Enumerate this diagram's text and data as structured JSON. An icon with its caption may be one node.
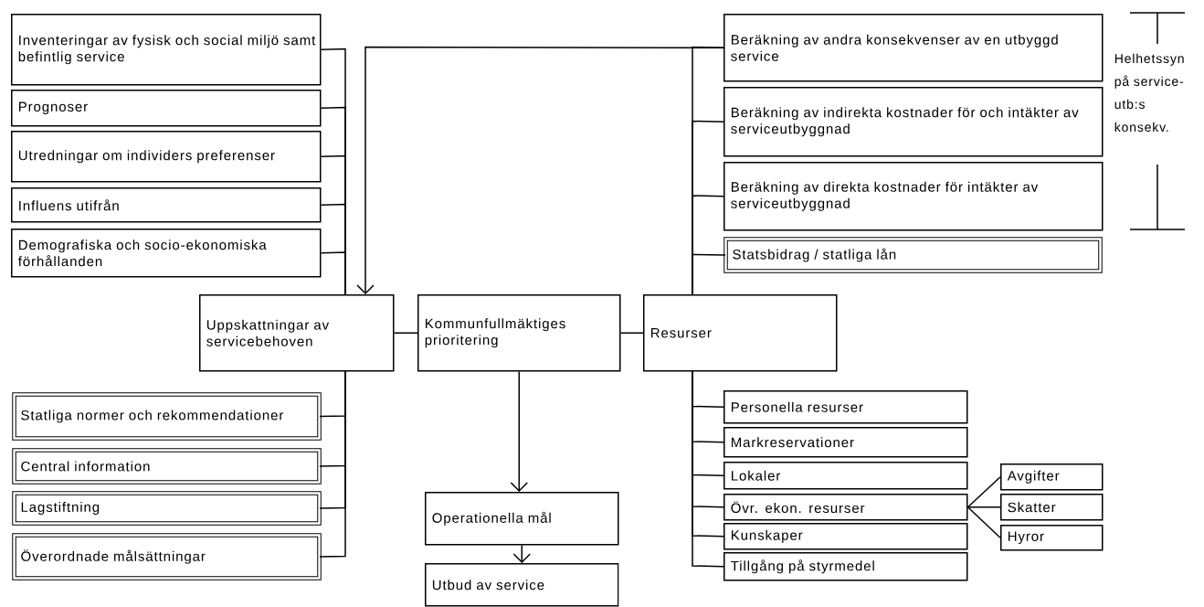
{
  "diagram": {
    "nodes": [
      {
        "text": [
          "Inventeringar av fysisk och social miljö samt befintlig service"
        ]
      },
      {
        "text": [
          "Prognoser"
        ]
      },
      {
        "text": [
          "Utredningar om individers preferenser"
        ]
      },
      {
        "text": [
          "Influens utifrån"
        ]
      },
      {
        "text": [
          "Demografiska och socio-ekonomiska förhållanden"
        ]
      },
      {
        "text": [
          "Uppskattningar av servicebehoven"
        ]
      },
      {
        "text": [
          "Kommunfullmäktiges prioritering"
        ]
      },
      {
        "text": [
          "Resurser"
        ]
      },
      {
        "text": [
          "Beräkning av andra konsekvenser av en utbyggd service"
        ]
      },
      {
        "text": [
          "Beräkning av indirekta kostnader för och intäkter av serviceutbyggnad"
        ]
      },
      {
        "text": [
          "Beräkning av direkta kostnader för intäkter av serviceutbyggnad"
        ]
      },
      {
        "text": [
          "Statsbidrag / statliga lån"
        ]
      },
      {
        "text": [
          "Statliga normer och rekommendationer"
        ]
      },
      {
        "text": [
          "Central information"
        ]
      },
      {
        "text": [
          "Lagstiftning"
        ]
      },
      {
        "text": [
          "Överordnade målsättningar"
        ]
      },
      {
        "text": [
          "Operationella mål"
        ]
      },
      {
        "text": [
          "Utbud av service"
        ]
      },
      {
        "text": [
          "Personella resurser"
        ]
      },
      {
        "text": [
          "Markreservationer"
        ]
      },
      {
        "text": [
          "Lokaler"
        ]
      },
      {
        "text": [
          "Övr. ekon. resurser"
        ]
      },
      {
        "text": [
          "Kunskaper"
        ]
      },
      {
        "text": [
          "Tillgång på styrmedel"
        ]
      },
      {
        "text": [
          "Avgifter"
        ]
      },
      {
        "text": [
          "Skatter"
        ]
      },
      {
        "text": [
          "Hyror"
        ]
      }
    ],
    "edges": [
      {
        "from": 0,
        "to": 5,
        "arrow": "none"
      },
      {
        "from": 1,
        "to": 5,
        "arrow": "none"
      },
      {
        "from": 2,
        "to": 5,
        "arrow": "none"
      },
      {
        "from": 3,
        "to": 5,
        "arrow": "none"
      },
      {
        "from": 4,
        "to": 5,
        "arrow": "none"
      },
      {
        "from": 8,
        "to": 5,
        "arrow": "to"
      },
      {
        "from": 8,
        "to": 7,
        "arrow": "none"
      },
      {
        "from": 9,
        "to": 7,
        "arrow": "none"
      },
      {
        "from": 10,
        "to": 7,
        "arrow": "none"
      },
      {
        "from": 11,
        "to": 7,
        "arrow": "none"
      },
      {
        "from": 5,
        "to": 6,
        "arrow": "none"
      },
      {
        "from": 6,
        "to": 7,
        "arrow": "none"
      },
      {
        "from": 6,
        "to": 16,
        "arrow": "to"
      },
      {
        "from": 16,
        "to": 17,
        "arrow": "to"
      },
      {
        "from": 5,
        "to": 12,
        "arrow": "none"
      },
      {
        "from": 5,
        "to": 13,
        "arrow": "none"
      },
      {
        "from": 5,
        "to": 14,
        "arrow": "none"
      },
      {
        "from": 5,
        "to": 15,
        "arrow": "none"
      },
      {
        "from": 7,
        "to": 18,
        "arrow": "none"
      },
      {
        "from": 7,
        "to": 19,
        "arrow": "none"
      },
      {
        "from": 7,
        "to": 20,
        "arrow": "none"
      },
      {
        "from": 7,
        "to": 21,
        "arrow": "none"
      },
      {
        "from": 7,
        "to": 22,
        "arrow": "none"
      },
      {
        "from": 7,
        "to": 23,
        "arrow": "none"
      },
      {
        "from": 21,
        "to": 24,
        "arrow": "none"
      },
      {
        "from": 21,
        "to": 25,
        "arrow": "none"
      },
      {
        "from": 21,
        "to": 26,
        "arrow": "none"
      }
    ],
    "labels": [
      "Helhetssyn på service-utb:s konsekv."
    ]
  }
}
